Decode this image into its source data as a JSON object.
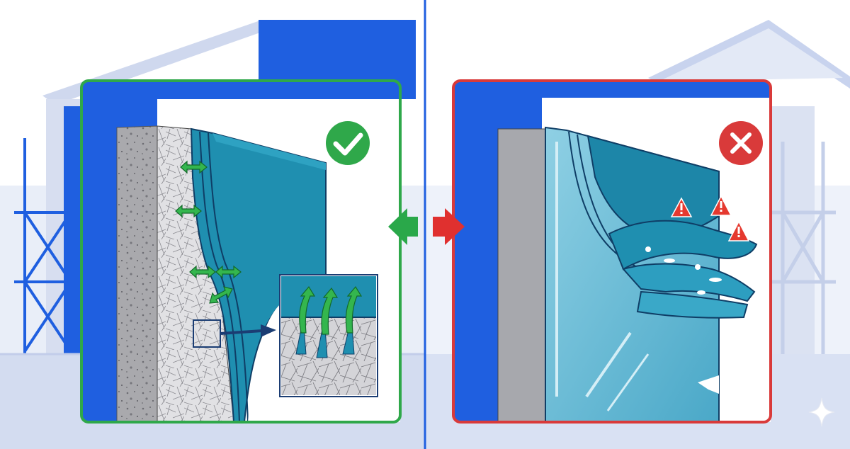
{
  "colors": {
    "background": "#ffffff",
    "scene_blue": "#1f5fe0",
    "scene_light": "#e4eaf7",
    "scene_mid": "#c9d4ee",
    "good_frame": "#2fa84a",
    "bad_frame": "#d93a3a",
    "divider": "#1f5fe0",
    "membrane_teal": "#1f8fb0",
    "membrane_light": "#62bdd6",
    "membrane_glossy": "#7cc7de",
    "concrete": "#a9a9ad",
    "fibrous": "#d9d9dd",
    "arrow_green": "#2aa84a",
    "arrow_red": "#e0302f",
    "warning": "#e5392f"
  },
  "panels": [
    {
      "id": "good",
      "status": "correct",
      "icon": "check-circle-icon",
      "arrows": "bidirectional-adhesion"
    },
    {
      "id": "bad",
      "status": "incorrect",
      "icon": "cross-circle-icon",
      "arrows": "delamination-warning"
    }
  ],
  "icons": [
    "check-circle-icon",
    "cross-circle-icon",
    "warning-triangle-icon",
    "sparkle-icon"
  ]
}
